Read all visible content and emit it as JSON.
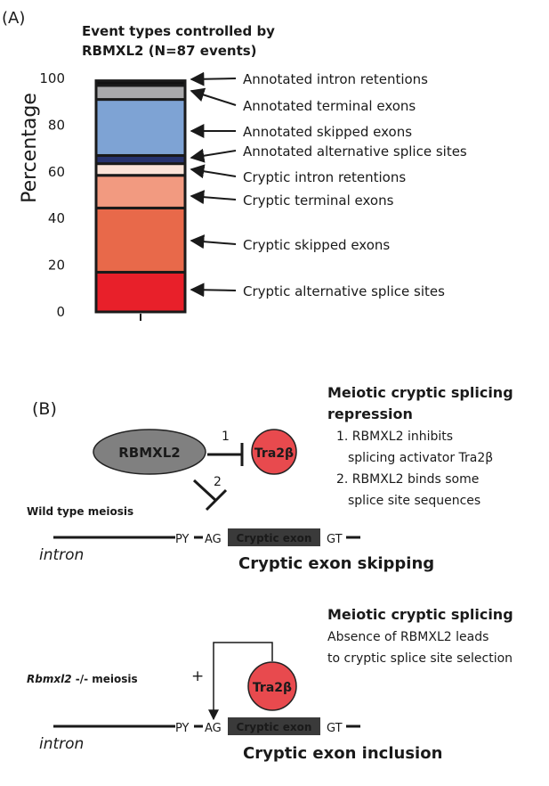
{
  "panel_a": {
    "label": "(A)",
    "title_line1": "Event types controlled by",
    "title_line2": "RBMXL2 (N=87 events)",
    "ylabel": "Percentage",
    "yticks": [
      "0",
      "20",
      "40",
      "60",
      "80",
      "100"
    ]
  },
  "chart_data": {
    "type": "bar",
    "stacked": true,
    "title": "Event types controlled by RBMXL2 (N=87 events)",
    "ylabel": "Percentage",
    "ylim": [
      0,
      100
    ],
    "categories": [
      ""
    ],
    "series": [
      {
        "name": "Cryptic alternative splice sites",
        "values": [
          17
        ],
        "color": "#e8202a"
      },
      {
        "name": "Cryptic skipped exons",
        "values": [
          27.5
        ],
        "color": "#e8694a"
      },
      {
        "name": "Cryptic terminal exons",
        "values": [
          14
        ],
        "color": "#f29a80"
      },
      {
        "name": "Cryptic intron retentions",
        "values": [
          5
        ],
        "color": "#fbe3d7"
      },
      {
        "name": "Annotated alternative splice sites",
        "values": [
          3.5
        ],
        "color": "#27336e"
      },
      {
        "name": "Annotated skipped exons",
        "values": [
          24
        ],
        "color": "#7ea3d4"
      },
      {
        "name": "Annotated terminal exons",
        "values": [
          6
        ],
        "color": "#a9a9ab"
      },
      {
        "name": "Annotated intron retentions",
        "values": [
          2
        ],
        "color": "#111111"
      }
    ],
    "legend_placement": "right",
    "grid": false
  },
  "panel_b": {
    "label": "(B)",
    "rbmxl2_label": "RBMXL2",
    "tra2b_label": "Tra2β",
    "arrow1_label": "1",
    "arrow2_label": "2",
    "wt_label": "Wild type meiosis",
    "repression_title1": "Meiotic cryptic splicing",
    "repression_title2": "repression",
    "repression_item1_line1": "1. RBMXL2 inhibits",
    "repression_item1_line2": "splicing activator Tra2β",
    "repression_item2_line1": "2. RBMXL2 binds some",
    "repression_item2_line2": "splice site sequences",
    "py": "PY",
    "ag": "AG",
    "cryptic_exon": "Cryptic exon",
    "gt": "GT",
    "intron": "intron",
    "skipping_caption": "Cryptic exon skipping",
    "ko_gene": "Rbmxl2",
    "ko_rest": " -/- meiosis",
    "plus": "+",
    "splicing_title": "Meiotic cryptic splicing",
    "splicing_line1": "Absence of RBMXL2 leads",
    "splicing_line2": "to cryptic splice site selection",
    "inclusion_caption": "Cryptic exon inclusion"
  }
}
